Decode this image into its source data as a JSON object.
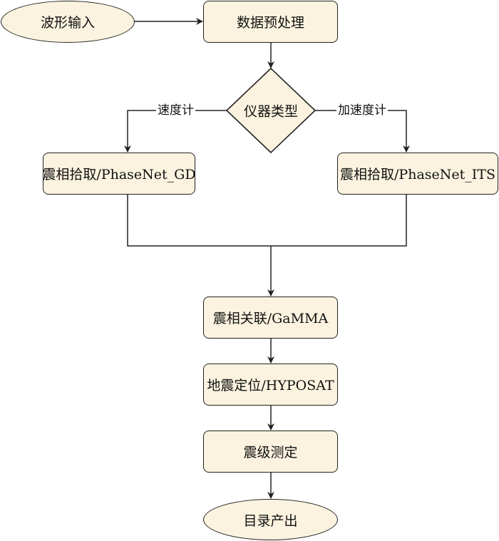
{
  "nodes": {
    "waveform_input": "波形输入",
    "preprocessing": "数据预处理",
    "instrument_type": "仪器类型",
    "picking_gd": "震相拾取/PhaseNet_GD",
    "picking_its": "震相拾取/PhaseNet_ITS",
    "association": "震相关联/GaMMA",
    "location": "地震定位/HYPOSAT",
    "magnitude": "震级测定",
    "catalog_output": "目录产出"
  },
  "edge_labels": {
    "velocimeter": "速度计",
    "accelerometer": "加速度计"
  },
  "colors": {
    "node_fill": "#fbf3df",
    "stroke": "#222222"
  }
}
